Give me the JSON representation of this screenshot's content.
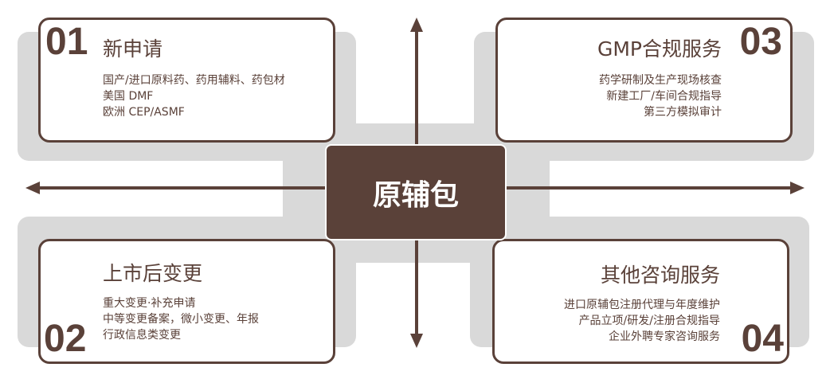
{
  "center": {
    "label": "原辅包"
  },
  "q1": {
    "num": "01",
    "title": "新申请",
    "lines": [
      "国产/进口原料药、药用辅料、药包材",
      "美国 DMF",
      "欧洲 CEP/ASMF"
    ]
  },
  "q2": {
    "num": "02",
    "title": "上市后变更",
    "lines": [
      "重大变更·补充申请",
      "中等变更备案，微小变更、年报",
      "行政信息类变更"
    ]
  },
  "q3": {
    "num": "03",
    "title": "GMP合规服务",
    "lines": [
      "药学研制及生产现场核查",
      "新建工厂/车间合规指导",
      "第三方模拟审计"
    ]
  },
  "q4": {
    "num": "04",
    "title": "其他咨询服务",
    "lines": [
      "进口原辅包注册代理与年度维护",
      "产品立项/研发/注册合规指导",
      "企业外聘专家咨询服务"
    ]
  },
  "colors": {
    "brown": "#5a4139",
    "gray": "#d9d9d9"
  }
}
